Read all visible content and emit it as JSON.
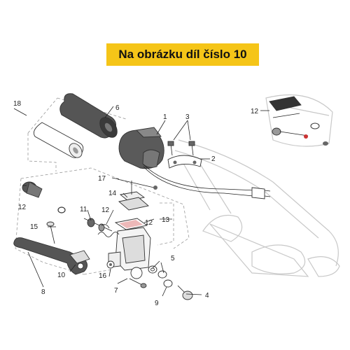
{
  "banner": {
    "text": "Na obrázku díl číslo 10",
    "color": "#f5c518"
  },
  "callouts": [
    "1",
    "2",
    "3",
    "4",
    "5",
    "6",
    "7",
    "8",
    "9",
    "10",
    "11",
    "12",
    "12",
    "12",
    "12",
    "13",
    "14",
    "15",
    "16",
    "17",
    "18"
  ],
  "colors": {
    "part_dark": "#4a4a4a",
    "part_mid": "#888888",
    "frame_light": "#c8c8c8"
  }
}
